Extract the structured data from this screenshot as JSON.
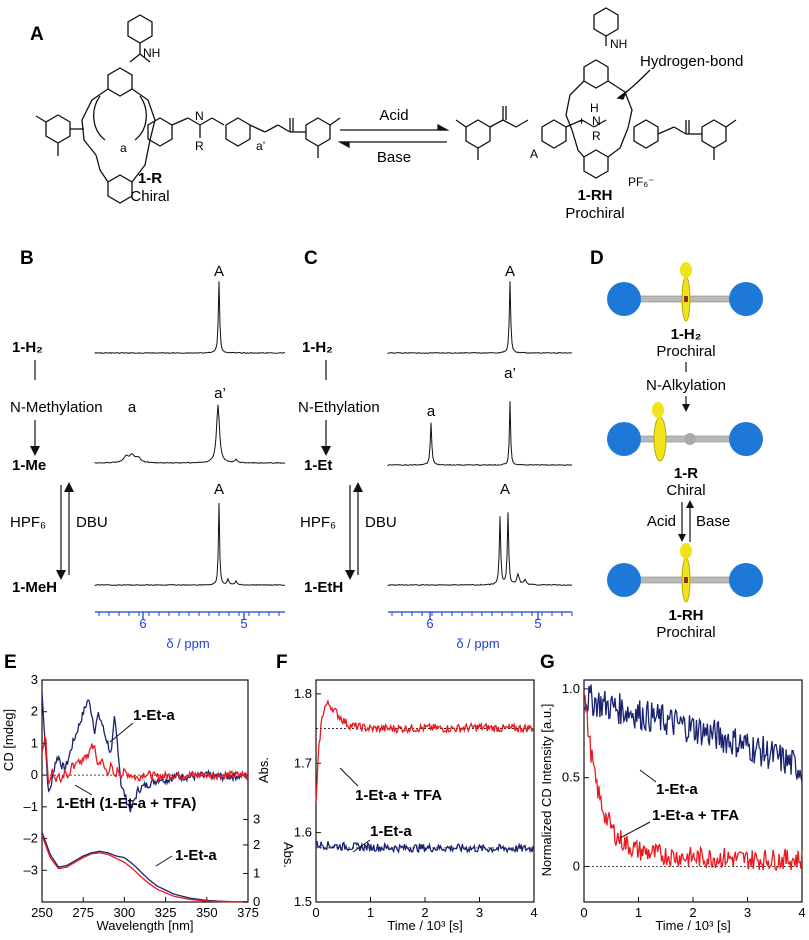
{
  "panels": {
    "A": "A",
    "B": "B",
    "C": "C",
    "D": "D",
    "E": "E",
    "F": "F",
    "G": "G"
  },
  "panelA": {
    "left_name": "1-R",
    "left_desc": "Chiral",
    "right_name": "1-RH",
    "right_desc": "Prochiral",
    "acid": "Acid",
    "base": "Base",
    "hbond": "Hydrogen-bond",
    "pf6": "PF₆⁻",
    "label_a": "a",
    "label_a_prime": "a’",
    "label_A": "A",
    "atom_N": "N",
    "atom_R": "R",
    "atom_NH": "NH",
    "atom_H": "H",
    "atom_plus": "+"
  },
  "panelB": {
    "top": "1-H₂",
    "mid": "1-Me",
    "bot": "1-MeH",
    "reaction": "N-Methylation",
    "reagent_left": "HPF₆",
    "reagent_right": "DBU",
    "peak_A_top": "A",
    "peak_a": "a",
    "peak_a_prime": "a’",
    "peak_A_bot": "A",
    "ticks": [
      "6",
      "5"
    ],
    "axis": "δ / ppm"
  },
  "panelC": {
    "top": "1-H₂",
    "mid": "1-Et",
    "bot": "1-EtH",
    "reaction": "N-Ethylation",
    "reagent_left": "HPF₆",
    "reagent_right": "DBU",
    "peak_A_top": "A",
    "peak_a": "a",
    "peak_a_prime": "a’",
    "peak_A_bot": "A",
    "ticks": [
      "6",
      "5"
    ],
    "axis": "δ / ppm"
  },
  "panelD": {
    "top_name": "1-H₂",
    "top_desc": "Prochiral",
    "reaction": "N-Alkylation",
    "mid_name": "1-R",
    "mid_desc": "Chiral",
    "acid": "Acid",
    "base": "Base",
    "bot_name": "1-RH",
    "bot_desc": "Prochiral"
  },
  "colors": {
    "red": "#e8191f",
    "navy": "#1a2370",
    "blue_axis": "#1f3fd9",
    "ball": "#1e78d8",
    "yellow": "#f2e21a"
  },
  "chart_data": [
    {
      "id": "E",
      "type": "line",
      "xlabel": "Wavelength [nm]",
      "ylabel": "CD [mdeg]",
      "ylabel_right": "Abs.",
      "xlim": [
        250,
        375
      ],
      "ylim": [
        -4,
        3
      ],
      "xticks": [
        "250",
        "275",
        "300",
        "325",
        "350",
        "375"
      ],
      "yticks": [
        "3",
        "2",
        "1",
        "0",
        "–1",
        "–2",
        "–3"
      ],
      "yticks_right": [
        "3",
        "2",
        "1",
        "0"
      ],
      "series": [
        {
          "name": "1-Et-a",
          "kind": "cd",
          "color": "navy",
          "x": [
            250,
            252,
            254,
            256,
            258,
            260,
            262,
            264,
            266,
            268,
            270,
            272,
            274,
            276,
            278,
            280,
            282,
            284,
            286,
            288,
            290,
            292,
            294,
            296,
            298,
            300,
            302,
            304,
            306,
            308,
            310,
            314,
            318,
            322,
            326,
            330,
            340,
            350,
            360,
            375
          ],
          "y": [
            2.6,
            1.0,
            -0.6,
            -0.2,
            0.4,
            0.6,
            0.3,
            0.2,
            0.5,
            0.9,
            1.2,
            1.5,
            1.8,
            2.1,
            2.4,
            2.0,
            1.4,
            1.9,
            1.7,
            1.3,
            1.0,
            0.6,
            1.8,
            0.9,
            -0.3,
            -0.6,
            -0.9,
            -1.1,
            -0.8,
            -0.5,
            -0.4,
            -0.3,
            -0.2,
            -0.1,
            -0.15,
            -0.05,
            -0.05,
            0.0,
            -0.05,
            0.0
          ]
        },
        {
          "name": "1-EtH (1-Et-a + TFA)",
          "kind": "cd",
          "color": "red",
          "x": [
            250,
            252,
            254,
            256,
            258,
            260,
            262,
            264,
            266,
            268,
            270,
            272,
            274,
            276,
            278,
            280,
            282,
            284,
            286,
            288,
            290,
            292,
            294,
            296,
            298,
            300,
            304,
            308,
            312,
            316,
            320,
            330,
            340,
            350,
            360,
            375
          ],
          "y": [
            0.6,
            1.4,
            -0.3,
            0.2,
            -0.2,
            0.1,
            -0.2,
            0.2,
            -0.1,
            0.3,
            0.2,
            0.6,
            0.3,
            0.7,
            0.5,
            1.0,
            0.8,
            0.3,
            0.5,
            0.2,
            0.1,
            0.3,
            -0.1,
            0.2,
            0.0,
            0.1,
            0.0,
            -0.1,
            0.05,
            0.0,
            -0.05,
            0.0,
            0.0,
            0.0,
            0.0,
            0.0
          ]
        },
        {
          "name": "1-Et-a",
          "kind": "abs",
          "color": "navy",
          "x": [
            250,
            255,
            260,
            265,
            270,
            275,
            280,
            285,
            290,
            295,
            300,
            305,
            310,
            315,
            320,
            330,
            340,
            350,
            360,
            375
          ],
          "y": [
            -1.8,
            -2.5,
            -2.9,
            -2.85,
            -2.7,
            -2.55,
            -2.45,
            -2.4,
            -2.45,
            -2.55,
            -2.6,
            -2.8,
            -3.05,
            -3.3,
            -3.5,
            -3.75,
            -3.88,
            -3.95,
            -3.98,
            -4.0
          ]
        },
        {
          "name": "1-EtH (1-Et-a + TFA)",
          "kind": "abs",
          "color": "red",
          "x": [
            250,
            255,
            260,
            265,
            270,
            275,
            280,
            285,
            290,
            295,
            300,
            305,
            310,
            315,
            320,
            330,
            340,
            350,
            360,
            375
          ],
          "y": [
            -1.9,
            -2.6,
            -2.95,
            -2.9,
            -2.75,
            -2.6,
            -2.48,
            -2.45,
            -2.5,
            -2.62,
            -2.75,
            -2.95,
            -3.2,
            -3.42,
            -3.6,
            -3.82,
            -3.92,
            -3.97,
            -3.99,
            -4.0
          ]
        }
      ],
      "labels": {
        "et_a": "1-Et-a",
        "eth": "1-EtH (1-Et-a + TFA)",
        "et_a_abs": "1-Et-a"
      }
    },
    {
      "id": "F",
      "type": "line",
      "xlabel": "Time / 10³ [s]",
      "ylabel": "Abs.",
      "xlim": [
        0,
        4
      ],
      "ylim": [
        1.5,
        1.82
      ],
      "xticks": [
        "0",
        "1",
        "2",
        "3",
        "4"
      ],
      "yticks": [
        "1.8",
        "1.7",
        "1.6",
        "1.5"
      ],
      "series": [
        {
          "name": "1-Et-a + TFA",
          "color": "red",
          "x": [
            0,
            0.05,
            0.1,
            0.15,
            0.2,
            0.25,
            0.3,
            0.4,
            0.5,
            0.6,
            0.8,
            1.0,
            1.5,
            2.0,
            2.5,
            3.0,
            3.5,
            4.0
          ],
          "y": [
            1.64,
            1.72,
            1.76,
            1.78,
            1.785,
            1.785,
            1.78,
            1.77,
            1.762,
            1.755,
            1.752,
            1.75,
            1.75,
            1.751,
            1.75,
            1.752,
            1.75,
            1.751
          ]
        },
        {
          "name": "1-Et-a",
          "color": "navy",
          "x": [
            0,
            0.5,
            1.0,
            1.5,
            2.0,
            2.5,
            3.0,
            3.5,
            4.0
          ],
          "y": [
            1.583,
            1.58,
            1.579,
            1.578,
            1.578,
            1.578,
            1.577,
            1.577,
            1.577
          ]
        }
      ],
      "ref_lines": [
        1.75,
        1.578
      ],
      "labels": {
        "tfa": "1-Et-a + TFA",
        "et_a": "1-Et-a"
      }
    },
    {
      "id": "G",
      "type": "line",
      "xlabel": "Time / 10³ [s]",
      "ylabel": "Normalized CD Intensity [a.u.]",
      "xlim": [
        0,
        4
      ],
      "ylim": [
        -0.2,
        1.05
      ],
      "xticks": [
        "0",
        "1",
        "2",
        "3",
        "4"
      ],
      "yticks": [
        "1.0",
        "0.5",
        "0"
      ],
      "series": [
        {
          "name": "1-Et-a",
          "color": "navy",
          "x": [
            0,
            0.5,
            1.0,
            1.5,
            2.0,
            2.5,
            3.0,
            3.5,
            4.0
          ],
          "y": [
            0.95,
            0.9,
            0.86,
            0.82,
            0.78,
            0.73,
            0.68,
            0.62,
            0.55
          ]
        },
        {
          "name": "1-Et-a + TFA",
          "color": "red",
          "x": [
            0,
            0.1,
            0.2,
            0.3,
            0.4,
            0.5,
            0.6,
            0.8,
            1.0,
            1.3,
            1.6,
            2.0,
            2.5,
            3.0,
            3.5,
            4.0
          ],
          "y": [
            1.0,
            0.7,
            0.5,
            0.37,
            0.28,
            0.22,
            0.17,
            0.12,
            0.09,
            0.07,
            0.06,
            0.05,
            0.05,
            0.04,
            0.04,
            0.04
          ]
        }
      ],
      "ref_lines": [
        0
      ],
      "labels": {
        "et_a": "1-Et-a",
        "tfa": "1-Et-a + TFA"
      }
    }
  ]
}
